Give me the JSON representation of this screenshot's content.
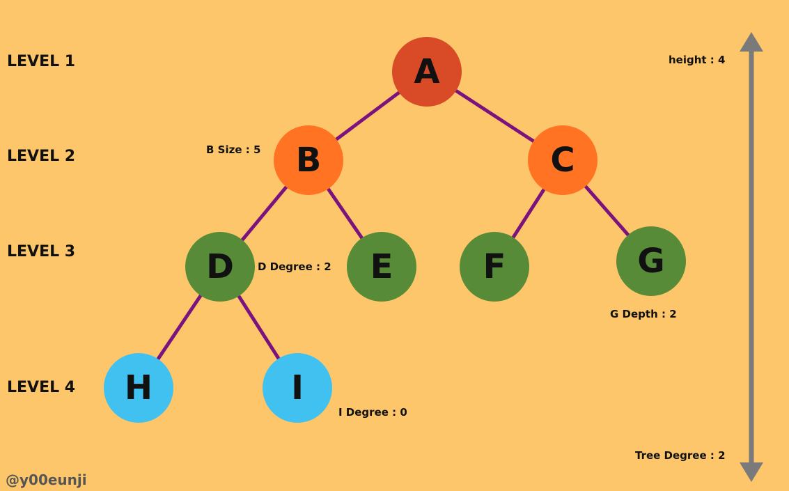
{
  "colors": {
    "background": "#FEC66A",
    "edge": "#7B137E",
    "arrow": "#7A7A7A",
    "level1_node": "#D94A26",
    "level2_node": "#FF7323",
    "level3_node": "#578B37",
    "level4_node": "#41C1F0"
  },
  "levels": [
    {
      "label": "LEVEL 1"
    },
    {
      "label": "LEVEL 2"
    },
    {
      "label": "LEVEL 3"
    },
    {
      "label": "LEVEL 4"
    }
  ],
  "nodes": [
    {
      "label": "A",
      "level": 1
    },
    {
      "label": "B",
      "level": 2
    },
    {
      "label": "C",
      "level": 2
    },
    {
      "label": "D",
      "level": 3
    },
    {
      "label": "E",
      "level": 3
    },
    {
      "label": "F",
      "level": 3
    },
    {
      "label": "G",
      "level": 3
    },
    {
      "label": "H",
      "level": 4
    },
    {
      "label": "I",
      "level": 4
    }
  ],
  "edges": [
    {
      "from": "A",
      "to": "B"
    },
    {
      "from": "A",
      "to": "C"
    },
    {
      "from": "B",
      "to": "D"
    },
    {
      "from": "B",
      "to": "E"
    },
    {
      "from": "C",
      "to": "F"
    },
    {
      "from": "C",
      "to": "G"
    },
    {
      "from": "D",
      "to": "H"
    },
    {
      "from": "D",
      "to": "I"
    }
  ],
  "annotations": {
    "height": "height : 4",
    "b_size": "B Size : 5",
    "d_degree": "D Degree : 2",
    "g_depth": "G Depth : 2",
    "i_degree": "I Degree : 0",
    "tree_degree": "Tree Degree : 2"
  },
  "watermark": "@y00eunji"
}
